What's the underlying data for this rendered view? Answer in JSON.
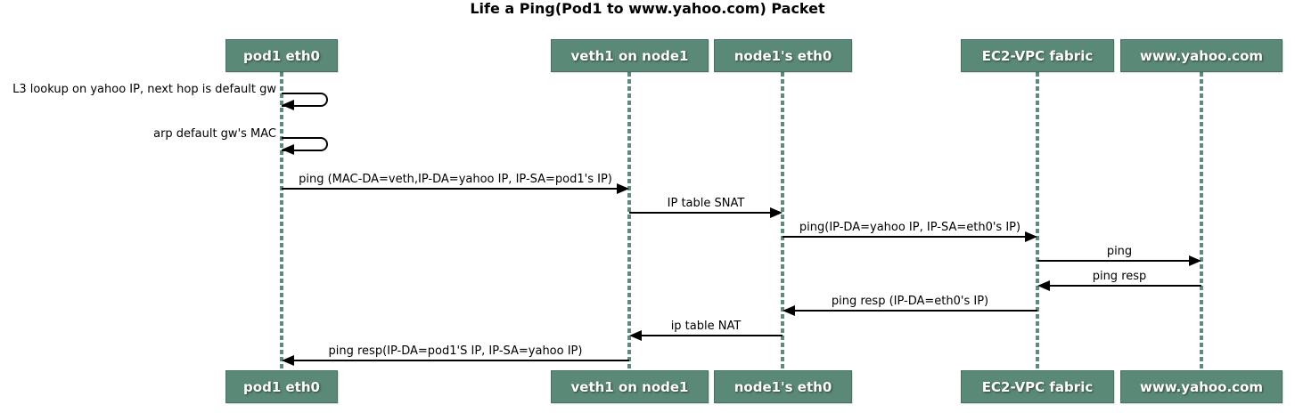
{
  "title": "Life a Ping(Pod1 to www.yahoo.com) Packet",
  "colors": {
    "participant_fill": "#5b8977",
    "participant_border": "#47705f",
    "lifeline": "#5e8c7a",
    "arrow": "#000000",
    "background": "#ffffff"
  },
  "participants": [
    {
      "id": "pod1-eth0",
      "label": "pod1 eth0"
    },
    {
      "id": "veth1-on-node1",
      "label": "veth1 on node1"
    },
    {
      "id": "node1s-eth0",
      "label": "node1's eth0"
    },
    {
      "id": "ec2-vpc-fabric",
      "label": "EC2-VPC fabric"
    },
    {
      "id": "www-yahoo-com",
      "label": "www.yahoo.com"
    }
  ],
  "messages": [
    {
      "type": "self",
      "from": "pod1-eth0",
      "to": "pod1-eth0",
      "label": "L3 lookup on yahoo IP, next hop is default gw"
    },
    {
      "type": "self",
      "from": "pod1-eth0",
      "to": "pod1-eth0",
      "label": "arp default gw's MAC"
    },
    {
      "type": "arrow",
      "from": "pod1-eth0",
      "to": "veth1-on-node1",
      "label": "ping (MAC-DA=veth,IP-DA=yahoo IP, IP-SA=pod1's IP)"
    },
    {
      "type": "arrow",
      "from": "veth1-on-node1",
      "to": "node1s-eth0",
      "label": "IP table SNAT"
    },
    {
      "type": "arrow",
      "from": "node1s-eth0",
      "to": "ec2-vpc-fabric",
      "label": "ping(IP-DA=yahoo IP, IP-SA=eth0's IP)"
    },
    {
      "type": "arrow",
      "from": "ec2-vpc-fabric",
      "to": "www-yahoo-com",
      "label": "ping"
    },
    {
      "type": "arrow",
      "from": "www-yahoo-com",
      "to": "ec2-vpc-fabric",
      "label": "ping resp"
    },
    {
      "type": "arrow",
      "from": "ec2-vpc-fabric",
      "to": "node1s-eth0",
      "label": "ping resp (IP-DA=eth0's IP)"
    },
    {
      "type": "arrow",
      "from": "node1s-eth0",
      "to": "veth1-on-node1",
      "label": "ip table NAT"
    },
    {
      "type": "arrow",
      "from": "veth1-on-node1",
      "to": "pod1-eth0",
      "label": "ping resp(IP-DA=pod1'S IP, IP-SA=yahoo IP)"
    }
  ]
}
